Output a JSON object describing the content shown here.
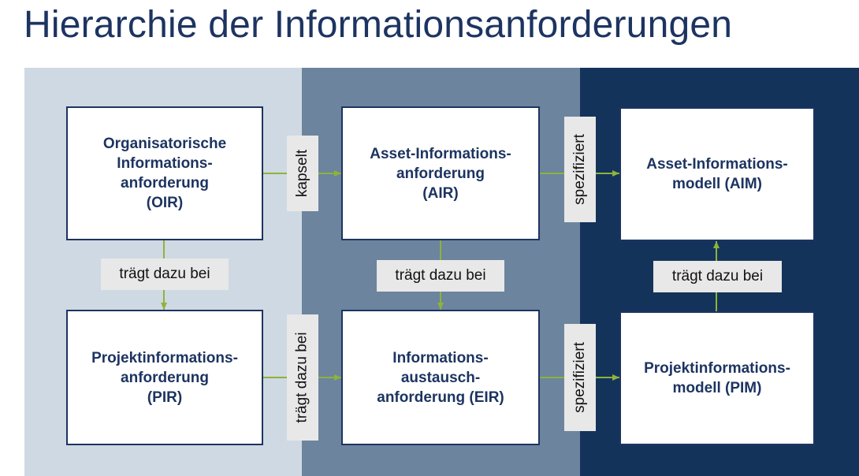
{
  "title": "Hierarchie der Informationsanforderungen",
  "colors": {
    "title": "#1d3461",
    "zone_light": "#cfd9e3",
    "zone_mid": "#6c849e",
    "zone_dark": "#14335b",
    "box_border": "#1d3461",
    "tag_bg": "#e8e8e8",
    "arrow": "#8db33a"
  },
  "boxes": {
    "oir": "Organisatorische\nInformations-\nanforderung\n(OIR)",
    "air": "Asset-Informations-\nanforderung\n(AIR)",
    "aim": "Asset-Informations-\nmodell (AIM)",
    "pir": "Projektinformations-\nanforderung\n(PIR)",
    "eir": "Informations-\naustausch-\nanforderung (EIR)",
    "pim": "Projektinformations-\nmodell (PIM)"
  },
  "relations": {
    "oir_air": "kapselt",
    "air_aim": "spezifiziert",
    "oir_pir": "trägt dazu bei",
    "air_eir": "trägt dazu bei",
    "pim_aim": "trägt dazu bei",
    "pir_eir": "trägt dazu bei",
    "eir_pim": "spezifiziert"
  }
}
